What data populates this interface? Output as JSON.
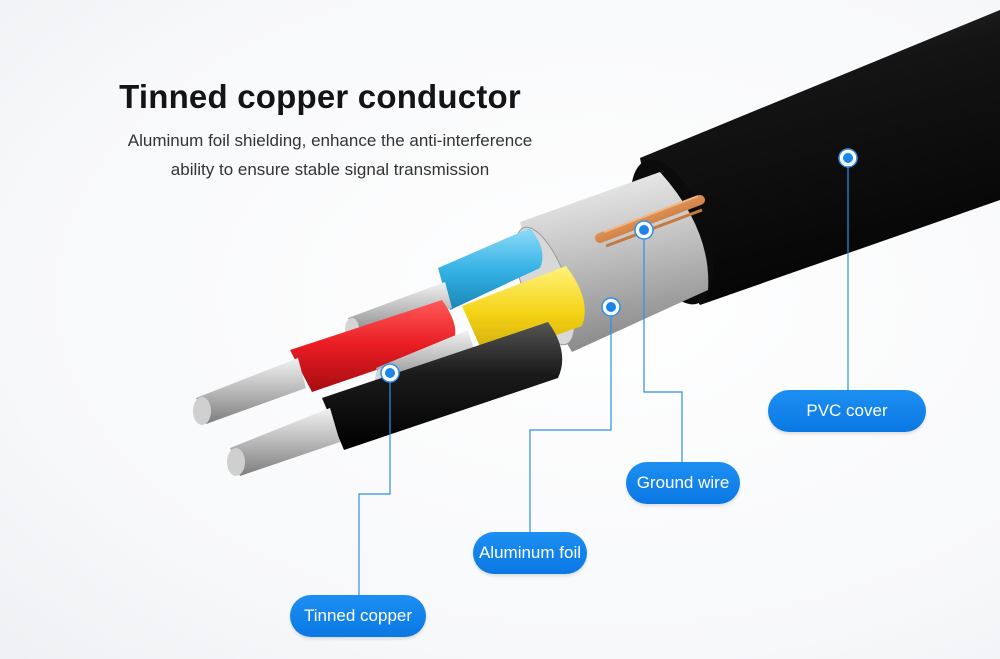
{
  "heading": {
    "title": "Tinned copper conductor",
    "subtitle_line1": "Aluminum foil shielding, enhance the anti-interference",
    "subtitle_line2": "ability to ensure stable signal transmission"
  },
  "callouts": {
    "pvc_cover": "PVC cover",
    "ground_wire": "Ground wire",
    "aluminum_foil": "Aluminum foil",
    "tinned_copper": "Tinned copper"
  },
  "colors": {
    "accent": "#0a78e4",
    "jacket": "#151515",
    "wire_red": "#e81c22",
    "wire_blue": "#36b3e6",
    "wire_yellow": "#f5d416",
    "wire_black": "#1b1b1b",
    "copper": "#d98a4e"
  }
}
